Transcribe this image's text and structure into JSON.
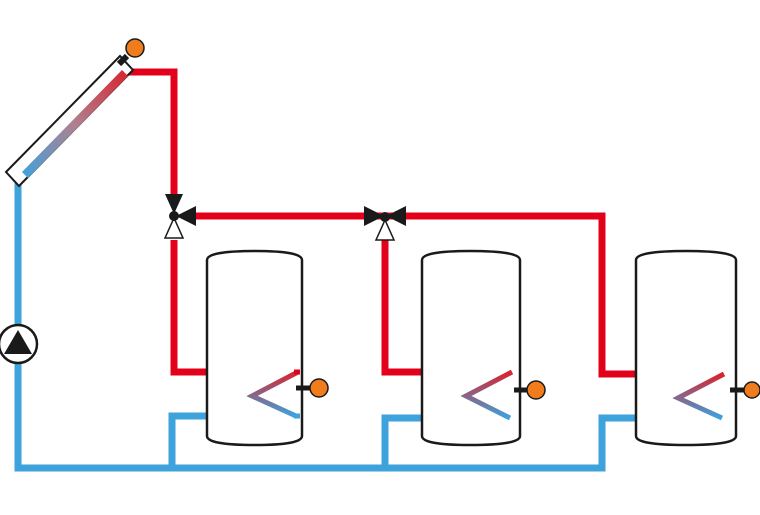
{
  "diagram": {
    "description_visible_text": "",
    "colors": {
      "hot": "#e3001b",
      "cold": "#3ea2dc",
      "outline": "#1a1a1a",
      "sensor": "#f07c1c",
      "background": "#ffffff",
      "coil_hot": "#d9232d",
      "coil_cold": "#3ea2dc"
    },
    "components": {
      "collector": {
        "icon": "solar-collector-icon"
      },
      "pump": {
        "icon": "pump-icon"
      },
      "valves": [
        {
          "icon": "three-way-valve-icon",
          "id": "valve-1"
        },
        {
          "icon": "three-way-valve-icon",
          "id": "valve-2"
        }
      ],
      "tanks": [
        {
          "icon": "storage-tank-icon",
          "id": "tank-1"
        },
        {
          "icon": "storage-tank-icon",
          "id": "tank-2"
        },
        {
          "icon": "storage-tank-icon",
          "id": "tank-3"
        }
      ],
      "sensors": [
        {
          "icon": "temperature-sensor-icon",
          "id": "collector-sensor"
        },
        {
          "icon": "temperature-sensor-icon",
          "id": "tank-1-sensor"
        },
        {
          "icon": "temperature-sensor-icon",
          "id": "tank-2-sensor"
        },
        {
          "icon": "temperature-sensor-icon",
          "id": "tank-3-sensor"
        }
      ]
    }
  }
}
